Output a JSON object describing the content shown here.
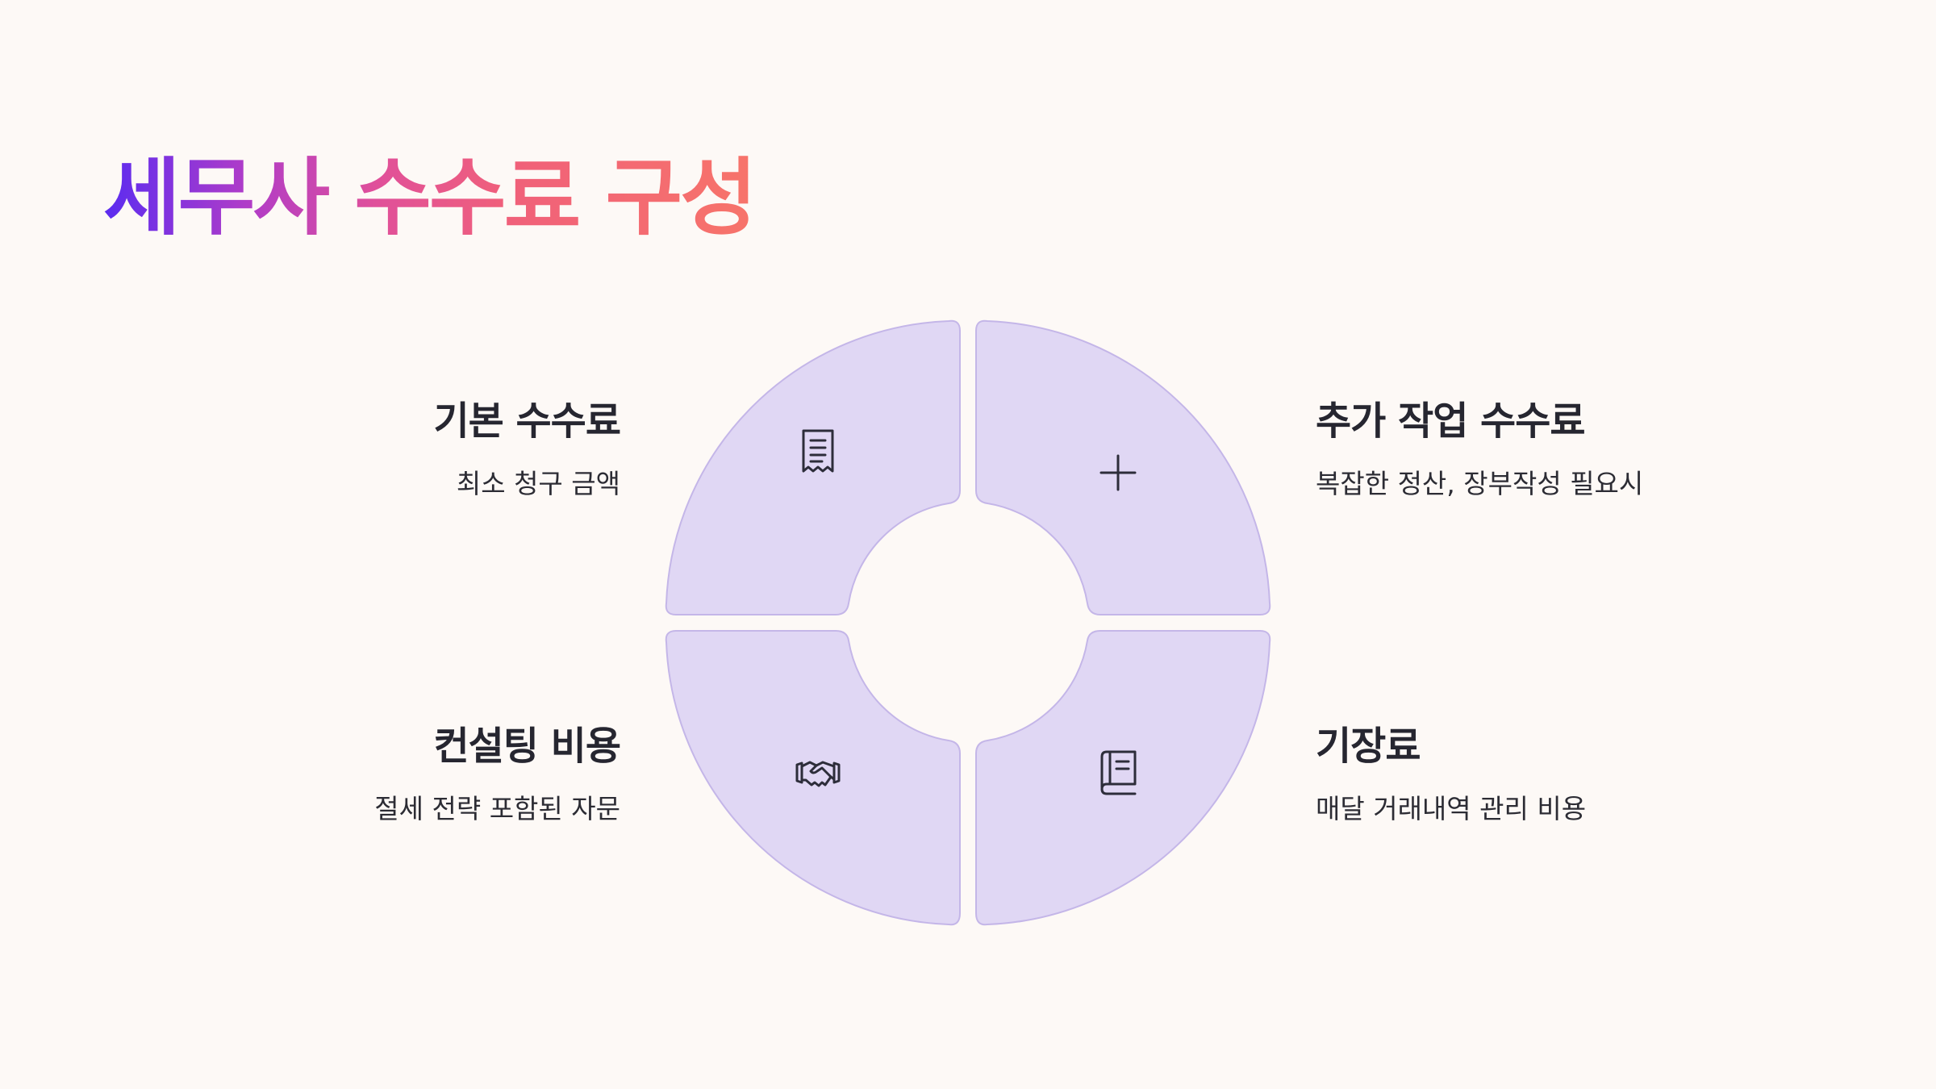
{
  "title": "세무사 수수료 구성",
  "colors": {
    "title_gradient": [
      "#5b2cf0",
      "#b03cc8",
      "#e0509a",
      "#f0607a",
      "#f7746a"
    ],
    "segment_fill": "#e0d7f4",
    "segment_stroke": "#c4b6e8",
    "background": "#fdf9f6",
    "text": "#262630"
  },
  "segments": [
    {
      "position": "top-left",
      "icon": "receipt-icon",
      "heading": "기본 수수료",
      "description": "최소 청구 금액"
    },
    {
      "position": "top-right",
      "icon": "plus-icon",
      "heading": "추가 작업 수수료",
      "description": "복잡한 정산, 장부작성 필요시"
    },
    {
      "position": "bottom-left",
      "icon": "handshake-icon",
      "heading": "컨설팅 비용",
      "description": "절세 전략 포함된 자문"
    },
    {
      "position": "bottom-right",
      "icon": "book-icon",
      "heading": "기장료",
      "description": "매달 거래내역 관리 비용"
    }
  ]
}
